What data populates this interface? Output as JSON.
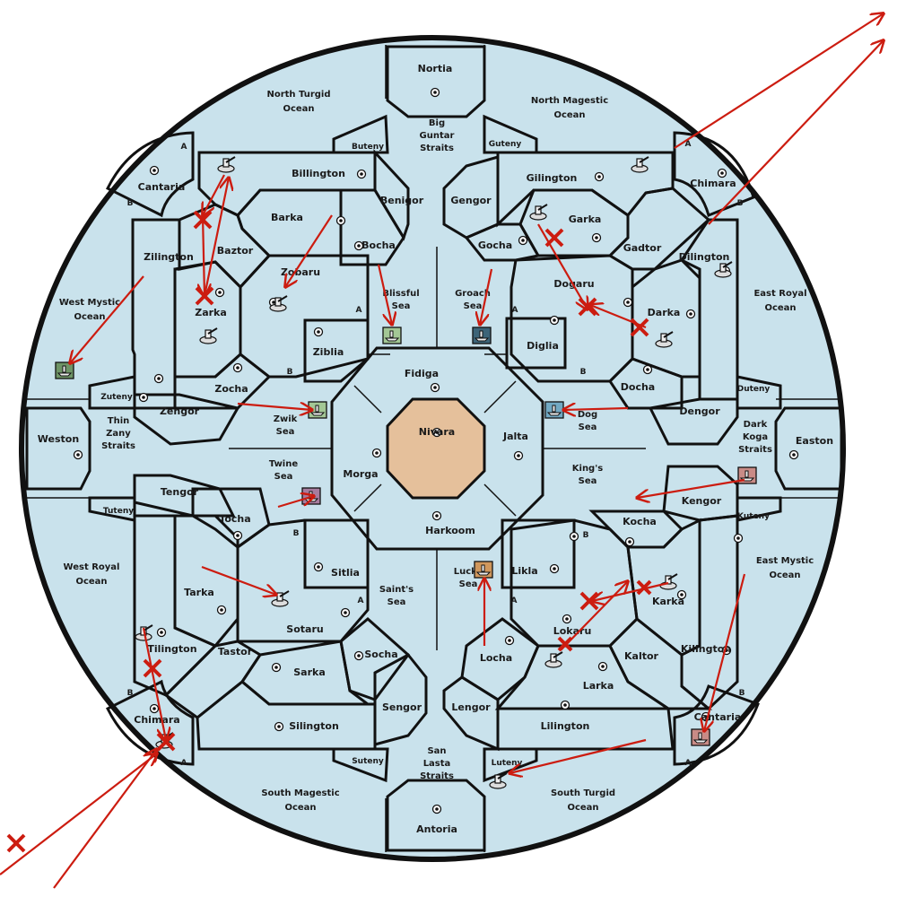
{
  "colors": {
    "sea": "#c9e2ec",
    "neutral": "#e5c09b",
    "green_light": "#a3c795",
    "green_dark": "#6e9466",
    "blue_dark": "#3c6478",
    "blue_light": "#72a9c3",
    "purple_light": "#a77c9e",
    "purple_mid": "#a16894",
    "yellow": "#ede9a4",
    "orange": "#d0975c",
    "rose": "#c98b86",
    "order_red": "#cc1c10"
  },
  "center": {
    "name": "Nivara"
  },
  "inner_ring": [
    "Fidiga",
    "Jalta",
    "Harkoom",
    "Morga"
  ],
  "inner_seas": [
    "Zwik Sea",
    "Blissful Sea",
    "Groach Sea",
    "Dog Sea",
    "King's Sea",
    "Lucky Sea",
    "Saint's Sea",
    "Twine Sea"
  ],
  "home_regions": {
    "green": [
      "Billington",
      "Barka",
      "Baztor",
      "Bocha",
      "Zobaru",
      "Zilington",
      "Zarka",
      "Ziblia",
      "Zocha"
    ],
    "blue": [
      "Gilington",
      "Garka",
      "Gocha",
      "Gadtor",
      "Dogaru",
      "Diglia",
      "Dilington",
      "Darka",
      "Docha"
    ],
    "purple": [
      "Tocha",
      "Sitlia",
      "Tarka",
      "Sotaru",
      "Tilington",
      "Tastor"
    ],
    "yellow": [
      "Socha",
      "Sarka",
      "Silington"
    ],
    "orange": [
      "Locha",
      "Lokaru",
      "Likla",
      "Larka",
      "Lilington",
      "Kaltor"
    ],
    "rose": [
      "Kocha",
      "Karka",
      "Kilington"
    ]
  },
  "coastal_regions": [
    "Benigor",
    "Gengor",
    "Zengor",
    "Dengor",
    "Tengor",
    "Kengor",
    "Sengor",
    "Lengor"
  ],
  "small_regions": [
    "Buteny",
    "Guteny",
    "Zuteny",
    "Duteny",
    "Tuteny",
    "Kuteny",
    "Suteny",
    "Luteny"
  ],
  "outer_lands": [
    "Nortia",
    "Chimara",
    "Easton",
    "Cantaria",
    "Antoria",
    "Chimara",
    "Weston",
    "Cantaria"
  ],
  "straits": [
    "Big Guntar Straits",
    "Dark Koga Straits",
    "San Lasta Straits",
    "Thin Zany Straits"
  ],
  "oceans": [
    "North Magestic Ocean",
    "East Royal Ocean",
    "East Mystic Ocean",
    "South Turgid Ocean",
    "South Magestic Ocean",
    "West Royal Ocean",
    "West Mystic Ocean",
    "North Turgid Ocean"
  ],
  "letters": {
    "a": "A",
    "b": "B"
  }
}
